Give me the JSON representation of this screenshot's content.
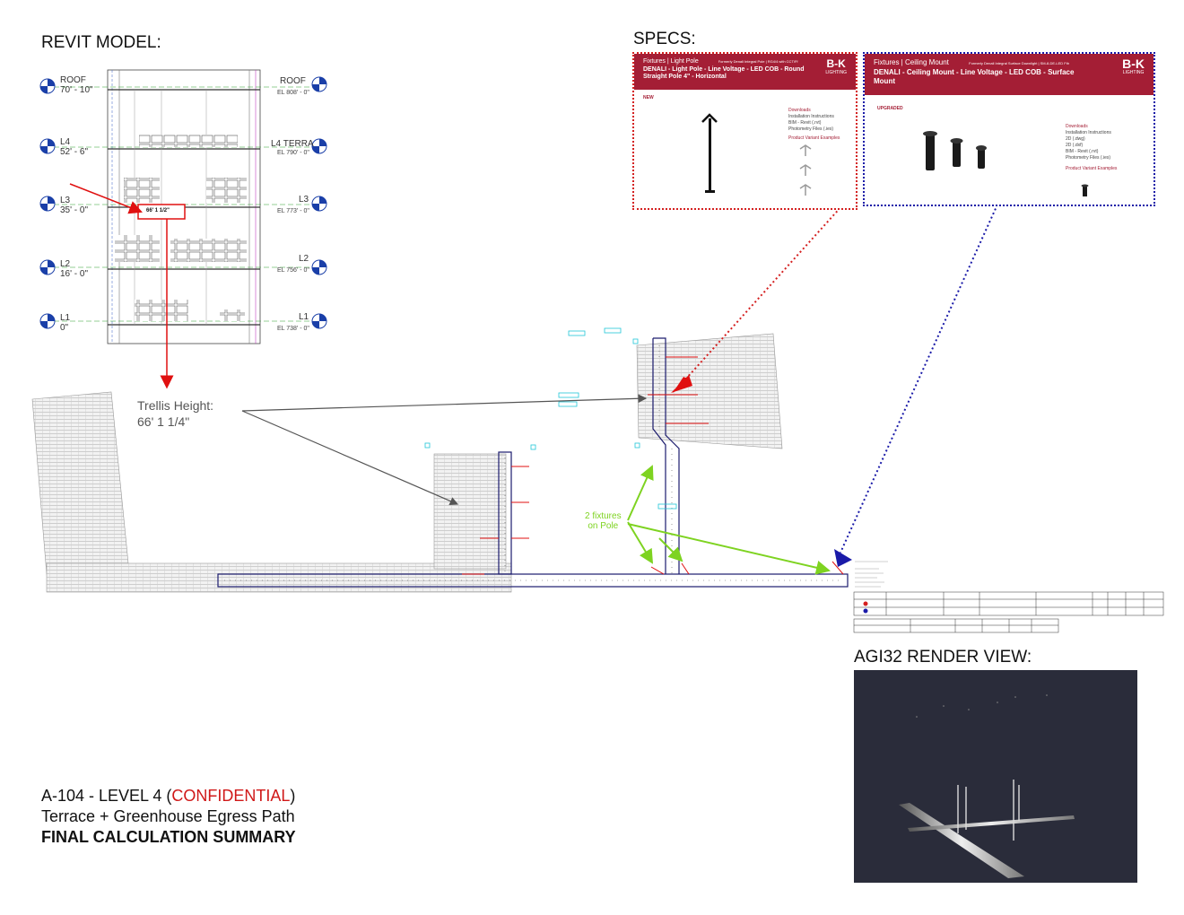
{
  "headers": {
    "revit": "REVIT MODEL:",
    "specs": "SPECS:",
    "render": "AGI32 RENDER VIEW:"
  },
  "levels": [
    {
      "name": "ROOF",
      "elev": "70' - 10\"",
      "right": "ROOF",
      "right_el": "EL 808' - 0\""
    },
    {
      "name": "L4",
      "elev": "52' - 6\"",
      "right": "L4 TERRA",
      "right_el": "EL 790' - 0\""
    },
    {
      "name": "L3",
      "elev": "35' - 0\"",
      "right": "L3",
      "right_el": "EL 773' - 0\""
    },
    {
      "name": "L2",
      "elev": "16' - 0\"",
      "right": "L2",
      "right_el": "EL 756' - 0\""
    },
    {
      "name": "L1",
      "elev": "0\"",
      "right": "L1",
      "right_el": "EL 738' - 0\""
    }
  ],
  "section_callout": "66' 1 1/2\"",
  "trellis": {
    "label": "Trellis Height:",
    "value": "66'  1 1/4\""
  },
  "fixtures_note": {
    "line1": "2 fixtures",
    "line2": "on Pole"
  },
  "spec_cards": [
    {
      "category": "Fixtures | Light Pole",
      "subtitle": "Formerly Denali Integral Pole | RG4/4 with CCT/Ff",
      "title": "DENALI - Light Pole - Line Voltage - LED COB - Round Straight Pole 4\" - Horizontal",
      "tag": "NEW",
      "downloads": [
        "Downloads",
        "Installation Instructions",
        "BIM - Revit (.rvt)",
        "Photometry Files (.ies)"
      ],
      "variants_label": "Product Variant Examples",
      "brand": "B-K",
      "brand_sub": "LIGHTING",
      "border_color": "#d42020"
    },
    {
      "category": "Fixtures | Ceiling Mount",
      "subtitle": "Formerly Denali Integral Surface Downlight | SM-8-DE-LED Fth",
      "title": "DENALI - Ceiling Mount - Line Voltage - LED COB - Surface Mount",
      "tag": "UPGRADED",
      "downloads": [
        "Downloads",
        "Installation Instructions",
        "2D (.dwg)",
        "2D (.dxf)",
        "BIM - Revit (.rvt)",
        "Photometry Files (.ies)"
      ],
      "variants_label": "Product Variant Examples",
      "brand": "B-K",
      "brand_sub": "LIGHTING",
      "border_color": "#1a1aa8"
    }
  ],
  "summary": {
    "prefix": "A-104 - LEVEL 4 (",
    "confidential": "CONFIDENTIAL",
    "suffix": ")",
    "line2": "Terrace + Greenhouse Egress Path",
    "line3": "FINAL CALCULATION SUMMARY"
  },
  "colors": {
    "red_arrow": "#e01010",
    "red_dots": "#d42020",
    "blue_dots": "#1a1aa8",
    "green_arrow": "#7ed321",
    "path_outline": "#1c1c6e",
    "trellis_fill": "#e4e4e4",
    "render_bg": "#2a2c3a"
  }
}
